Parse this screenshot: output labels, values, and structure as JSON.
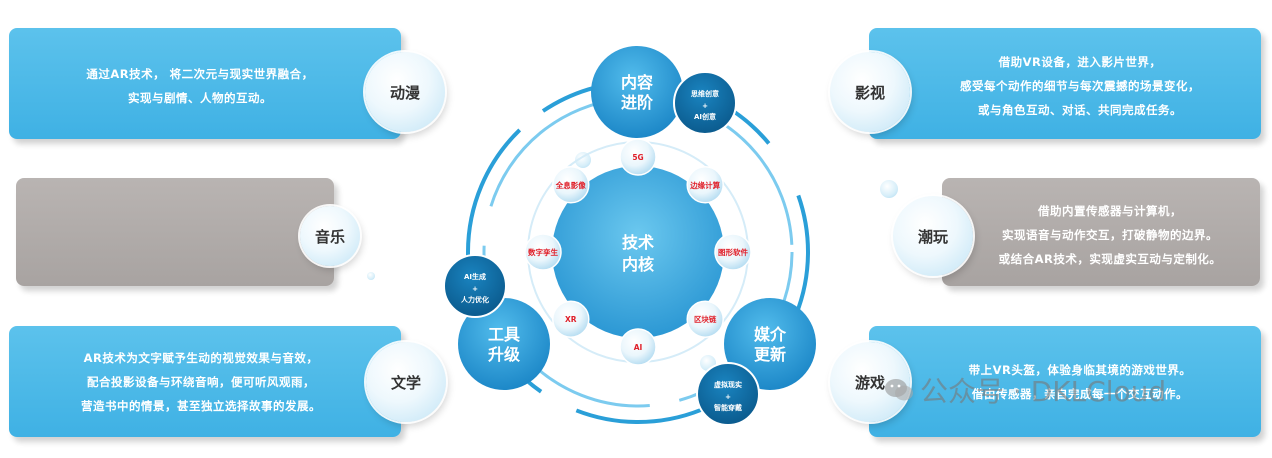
{
  "center": {
    "title_line1": "技术",
    "title_line2": "内核"
  },
  "hubs": {
    "top": {
      "line1": "内容",
      "line2": "进阶"
    },
    "left": {
      "line1": "工具",
      "line2": "升级"
    },
    "right": {
      "line1": "媒介",
      "line2": "更新"
    }
  },
  "badges": {
    "top": {
      "line1": "思维创意",
      "plus": "+",
      "line2": "AI创意"
    },
    "left": {
      "line1": "AI生成",
      "plus": "+",
      "line2": "人力优化"
    },
    "right": {
      "line1": "虚拟现实",
      "plus": "+",
      "line2": "智能穿戴"
    }
  },
  "tech_nodes": [
    "5G",
    "边缘计算",
    "图形软件",
    "区块链",
    "AI",
    "XR",
    "数字孪生",
    "全息影像"
  ],
  "panels": {
    "anime": {
      "label": "动漫",
      "lines": [
        "通过AR技术， 将二次元与现实世界融合，",
        "实现与剧情、人物的互动。"
      ]
    },
    "music": {
      "label": "音乐",
      "lines": []
    },
    "literature": {
      "label": "文学",
      "lines": [
        "AR技术为文字赋予生动的视觉效果与音效，",
        "配合投影设备与环绕音响，便可听风观雨，",
        "营造书中的情景，甚至独立选择故事的发展。"
      ]
    },
    "film": {
      "label": "影视",
      "lines": [
        "借助VR设备，进入影片世界，",
        "感受每个动作的细节与每次震撼的场景变化，",
        "或与角色互动、对话、共同完成任务。"
      ]
    },
    "toys": {
      "label": "潮玩",
      "lines": [
        "借助内置传感器与计算机，",
        "实现语音与动作交互，打破静物的边界。",
        "或结合AR技术，实现虚实互动与定制化。"
      ]
    },
    "games": {
      "label": "游戏",
      "lines": [
        "带上VR头盔，体验身临其境的游戏世界。",
        "借由传感器，亲自完成每一个交互动作。"
      ]
    }
  },
  "watermark": "公众号 · DKLCloud",
  "colors": {
    "panel_blue": "#4db9e8",
    "panel_gray": "#aeaaa8",
    "hub_blue": "#2a9fd8",
    "badge_dark": "#0f6fa8",
    "node_text_red": "#e0202a"
  }
}
